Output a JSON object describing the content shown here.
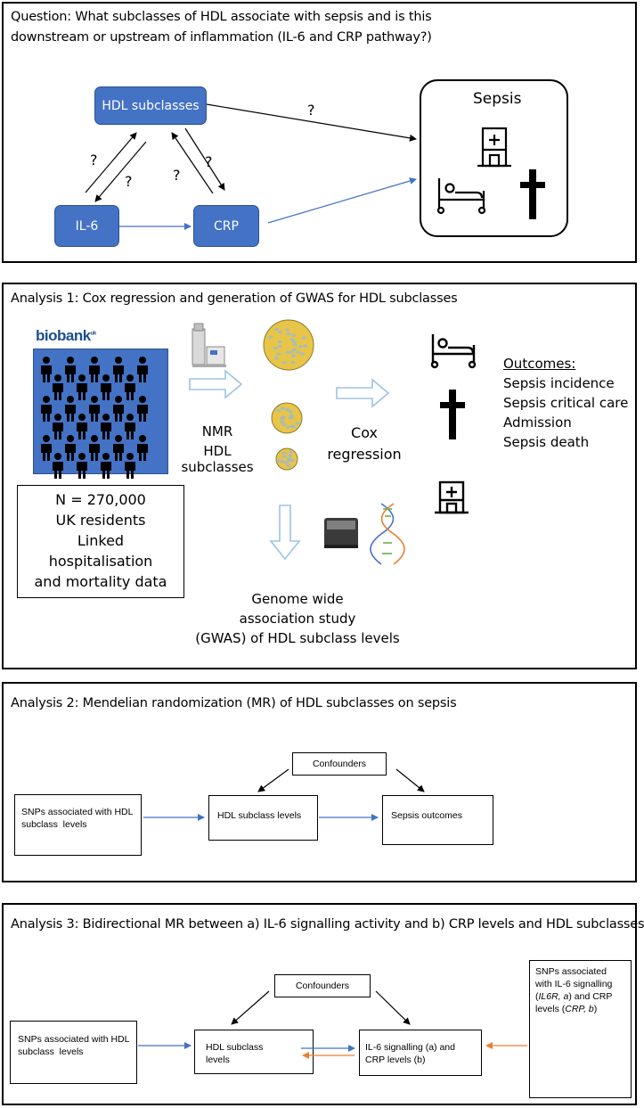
{
  "panel1": {
    "question": "Question: What subclasses of HDL associate with sepsis and is this downstream or upstream of inflammation (IL-6 and CRP pathway?)",
    "question_line1": "Question: What subclasses of HDL associate with sepsis and is this",
    "question_line2": "downstream or upstream of inflammation (IL-6 and CRP pathway?)",
    "hdl_box": "HDL subclasses",
    "il6_box": "IL-6",
    "crp_box": "CRP",
    "sepsis_title": "Sepsis",
    "question_mark": "?",
    "icons": [
      "hospital-icon",
      "hospital-bed-icon",
      "cross-icon"
    ],
    "arrow_colors": {
      "black": "#000000",
      "blue": "#4472C4"
    }
  },
  "panel2": {
    "title": "Analysis 1: Cox regression and generation of GWAS for HDL subclasses",
    "logo": "biobank",
    "logo_sup": "uk",
    "population_box": [
      "N = 270,000",
      "UK residents",
      "Linked",
      "hospitalisation",
      "and mortality data"
    ],
    "nmr_label": [
      "NMR",
      "HDL subclasses"
    ],
    "cox_label": [
      "Cox",
      "regression"
    ],
    "gwas_label": [
      "Genome wide",
      "association study",
      "(GWAS) of HDL subclass levels"
    ],
    "outcomes_heading": "Outcomes:",
    "outcomes": [
      "Sepsis incidence",
      "Sepsis critical care",
      "Admission",
      "Sepsis death"
    ],
    "icons": [
      "people-grid-icon",
      "nmr-machine-icon",
      "hdl-particle-icon",
      "sequencer-icon",
      "dna-icon",
      "hospital-bed-icon",
      "cross-icon",
      "hospital-icon"
    ]
  },
  "panel3": {
    "title": "Analysis 2: Mendelian randomization (MR) of HDL subclasses on sepsis",
    "confounders": "Confounders",
    "snps": [
      "SNPs associated with HDL",
      "subclass  levels"
    ],
    "hdl_levels": "HDL subclass levels",
    "sepsis_outcomes": "Sepsis outcomes"
  },
  "panel4": {
    "title": "Analysis 3: Bidirectional MR between a) IL-6 signalling activity and b) CRP levels and HDL subclasses",
    "confounders": "Confounders",
    "snps_hdl": [
      "SNPs associated with HDL",
      "subclass  levels"
    ],
    "hdl_levels": [
      "HDL subclass",
      "levels"
    ],
    "il6_crp": [
      "IL-6 signalling (a) and",
      "CRP levels (b)"
    ],
    "snps_il6": {
      "line1": "SNPs associated",
      "line2": "with IL-6 signalling",
      "l3_open": "(",
      "l3_gene": "IL6R, a",
      "l3_after": ") and CRP",
      "l4_pre": "levels (",
      "l4_gene": "CRP, b",
      "l4_after": ")"
    },
    "arrow_colors": {
      "blue": "#4472C4",
      "orange": "#ED7D31"
    }
  }
}
